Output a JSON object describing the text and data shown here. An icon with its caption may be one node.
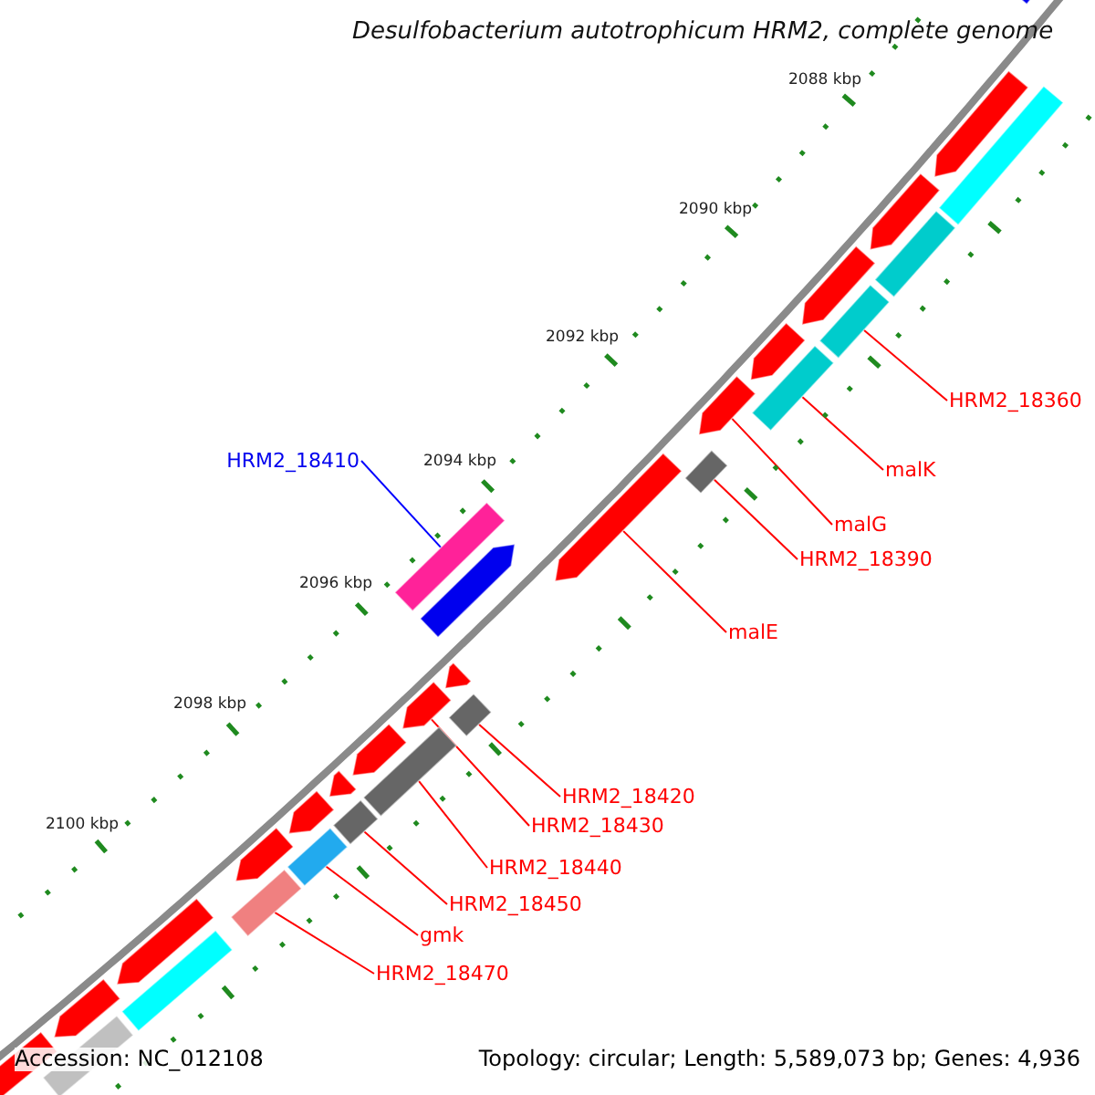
{
  "diagram": {
    "title": "Desulfobacterium autotrophicum HRM2, complete genome",
    "nodes": [
      {
        "text": [
          "HRM2_18360"
        ]
      },
      {
        "text": [
          "malK"
        ]
      },
      {
        "text": [
          "malG"
        ]
      },
      {
        "text": [
          "HRM2_18390"
        ]
      },
      {
        "text": [
          "malE"
        ]
      },
      {
        "text": [
          "HRM2_18410"
        ]
      },
      {
        "text": [
          "HRM2_18420"
        ]
      },
      {
        "text": [
          "HRM2_18430"
        ]
      },
      {
        "text": [
          "HRM2_18440"
        ]
      },
      {
        "text": [
          "HRM2_18450"
        ]
      },
      {
        "text": [
          "gmk"
        ]
      },
      {
        "text": [
          "HRM2_18470"
        ]
      },
      {
        "text": [],
        "shape": "arrow"
      },
      {
        "text": [],
        "shape": "bar"
      },
      {
        "text": [],
        "shape": "arrow"
      },
      {
        "text": [],
        "shape": "arrow"
      },
      {
        "text": [],
        "shape": "bar"
      },
      {
        "text": [],
        "shape": "arrow"
      },
      {
        "text": [],
        "shape": "bar"
      },
      {
        "text": [],
        "shape": "bar"
      },
      {
        "text": [],
        "shape": "arrow"
      },
      {
        "text": [],
        "shape": "arrow"
      },
      {
        "text": [],
        "shape": "box"
      },
      {
        "text": [],
        "shape": "arrow"
      },
      {
        "text": [],
        "shape": "bar"
      },
      {
        "text": [],
        "shape": "arrow"
      },
      {
        "text": [],
        "shape": "arrow"
      },
      {
        "text": [],
        "shape": "bar"
      },
      {
        "text": [],
        "shape": "arrow"
      },
      {
        "text": [],
        "shape": "bar"
      },
      {
        "text": [],
        "shape": "arrow"
      },
      {
        "text": [],
        "shape": "arrow"
      },
      {
        "text": [],
        "shape": "bar"
      },
      {
        "text": [],
        "shape": "arrow"
      },
      {
        "text": [],
        "shape": "bar"
      },
      {
        "text": [],
        "shape": "arrow"
      },
      {
        "text": [],
        "shape": "bar"
      },
      {
        "text": [],
        "shape": "arrow"
      },
      {
        "text": [],
        "shape": "bar"
      },
      {
        "text": [],
        "shape": "arrow"
      },
      {
        "text": [],
        "shape": "bar"
      },
      {
        "text": [],
        "shape": "arrow"
      }
    ],
    "edges": [
      {
        "from": 0,
        "to": 18,
        "arrow": "none"
      },
      {
        "from": 1,
        "to": 19,
        "arrow": "none"
      },
      {
        "from": 2,
        "to": 21,
        "arrow": "none"
      },
      {
        "from": 3,
        "to": 22,
        "arrow": "none"
      },
      {
        "from": 4,
        "to": 23,
        "arrow": "none"
      },
      {
        "from": 5,
        "to": 24,
        "arrow": "none",
        "color": "#0000ff"
      },
      {
        "from": 6,
        "to": 27,
        "arrow": "none"
      },
      {
        "from": 7,
        "to": 28,
        "arrow": "none"
      },
      {
        "from": 8,
        "to": 29,
        "arrow": "none"
      },
      {
        "from": 9,
        "to": 32,
        "arrow": "none"
      },
      {
        "from": 10,
        "to": 34,
        "arrow": "none"
      },
      {
        "from": 11,
        "to": 36,
        "arrow": "none"
      }
    ],
    "labels": [
      "2088 kbp",
      "2090 kbp",
      "2092 kbp",
      "2094 kbp",
      "2096 kbp",
      "2098 kbp",
      "2100 kbp",
      "Accession: NC_012108",
      "Topology: circular; Length: 5,589,073 bp; Genes: 4,936"
    ]
  }
}
